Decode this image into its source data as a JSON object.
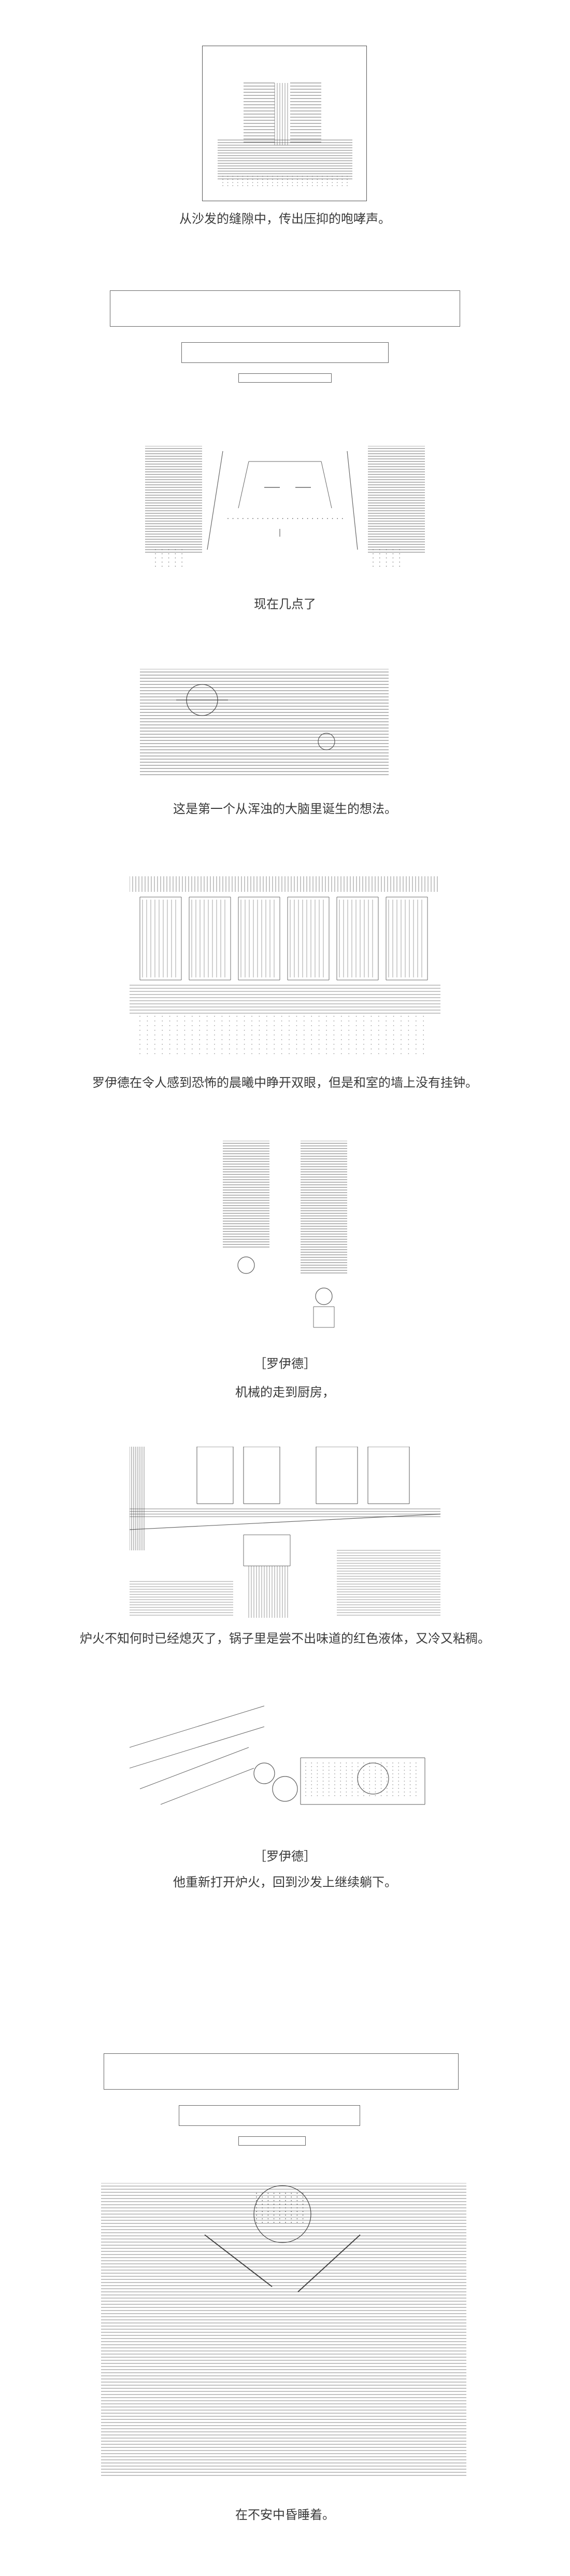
{
  "captions": [
    "从沙发的缝隙中，传出压抑的咆哮声。",
    "现在几点了",
    "这是第一个从浑浊的大脑里诞生的想法。",
    "罗伊德在令人感到恐怖的晨曦中睁开双眼，但是和室的墙上没有挂钟。",
    "［罗伊德］",
    "机械的走到厨房，",
    "炉火不知何时已经熄灭了，锅子里是尝不出味道的红色液体，又冷又粘稠。",
    "［罗伊德］",
    "他重新打开炉火，回到沙发上继续躺下。",
    "在不安中昏睡着。"
  ],
  "colors": {
    "ink": "#333333",
    "line": "#777777",
    "background": "#ffffff"
  }
}
